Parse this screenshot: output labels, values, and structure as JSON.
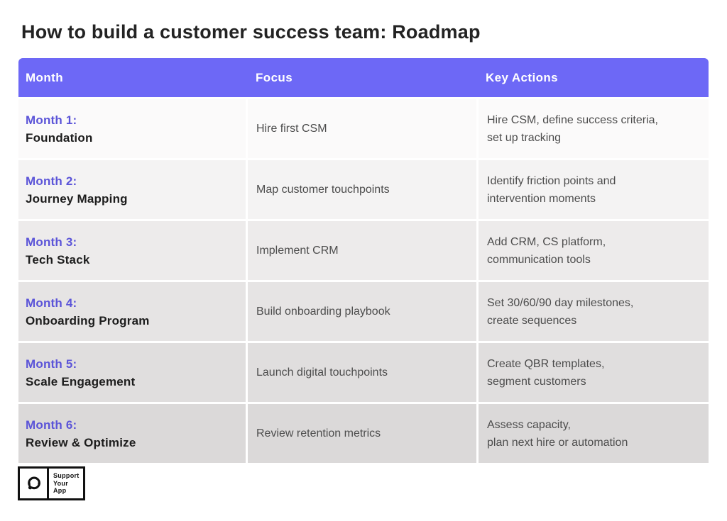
{
  "title": "How to build a customer success team: Roadmap",
  "colors": {
    "header_bg": "#6d68f6",
    "month_accent": "#5b54d8",
    "title_text": "#232323",
    "body_text": "#4d4d4d"
  },
  "table": {
    "headers": [
      "Month",
      "Focus",
      "Key Actions"
    ],
    "row_backgrounds": [
      "#fbfafa",
      "#f4f3f3",
      "#edebeb",
      "#e6e4e4",
      "#e0dede",
      "#dbd9d9"
    ],
    "rows": [
      {
        "month_label": "Month 1:",
        "month_name": "Foundation",
        "focus": "Hire first CSM",
        "key_actions": "Hire CSM, define success criteria,\nset up tracking"
      },
      {
        "month_label": "Month 2:",
        "month_name": "Journey Mapping",
        "focus": "Map customer touchpoints",
        "key_actions": "Identify friction points and\nintervention moments"
      },
      {
        "month_label": "Month 3:",
        "month_name": "Tech Stack",
        "focus": "Implement CRM",
        "key_actions": "Add CRM, CS platform,\ncommunication tools"
      },
      {
        "month_label": "Month 4:",
        "month_name": "Onboarding Program",
        "focus": "Build onboarding playbook",
        "key_actions": "Set 30/60/90 day milestones,\ncreate sequences"
      },
      {
        "month_label": "Month 5:",
        "month_name": "Scale Engagement",
        "focus": "Launch digital touchpoints",
        "key_actions": "Create QBR templates,\nsegment customers"
      },
      {
        "month_label": "Month 6:",
        "month_name": "Review & Optimize",
        "focus": "Review retention metrics",
        "key_actions": "Assess capacity,\nplan next hire or automation"
      }
    ]
  },
  "logo": {
    "icon": "headset-icon",
    "lines": [
      "Support",
      "Your",
      "App"
    ]
  }
}
